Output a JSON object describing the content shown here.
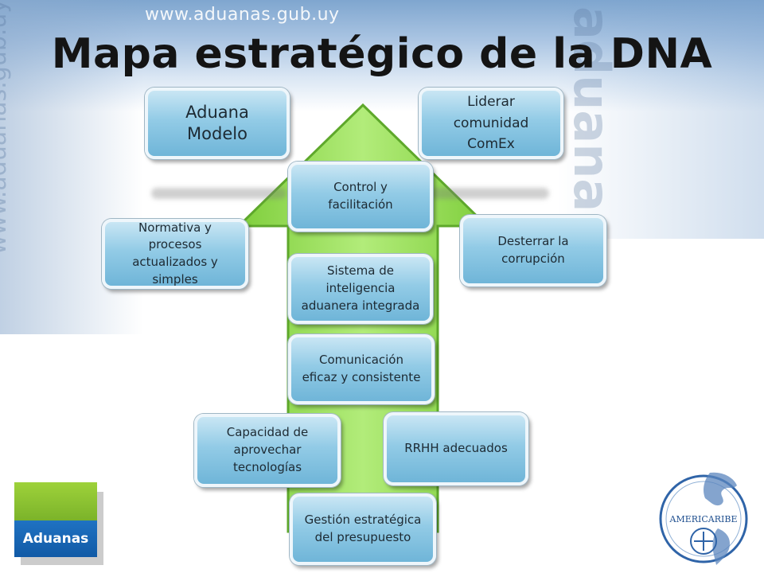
{
  "header": {
    "url": "www.aduanas.gub.uy",
    "watermark_left": "www.aduanas.gub.uy",
    "watermark_right": "aduanas"
  },
  "title": "Mapa estratégico de la DNA",
  "boxes": {
    "aduana_modelo": "Aduana\nModelo",
    "liderar": "Liderar\ncomunidad\nComEx",
    "control": "Control y\nfacilitación",
    "normativa": "Normativa y\nprocesos\nactualizados y\nsimples",
    "desterrar": "Desterrar la\ncorrupción",
    "sistema": "Sistema de\ninteligencia\naduanera integrada",
    "comunicacion": "Comunicación\neficaz y consistente",
    "capacidad": "Capacidad de\naprovechar\ntecnologías",
    "rrhh": "RRHH adecuados",
    "gestion": "Gestión estratégica\ndel presupuesto"
  },
  "logos": {
    "aduanas": "Aduanas",
    "americaribe": "AMERICARIBE"
  },
  "colors": {
    "arrow_fill": "#a6e267",
    "box_fill": "#92cbe6",
    "title": "#141414"
  }
}
